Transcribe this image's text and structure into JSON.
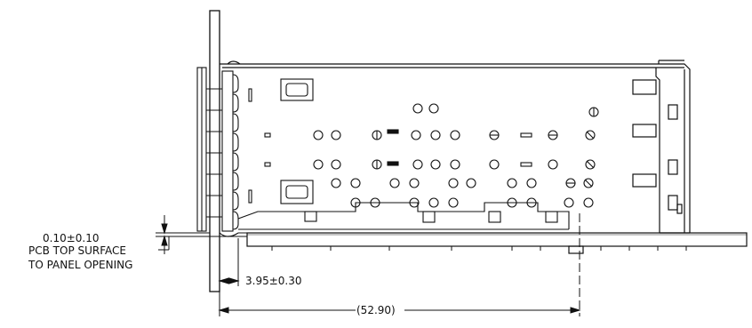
{
  "annotations": {
    "gap_value": "0.10±0.10",
    "pcb_label_line1": "PCB TOP SURFACE",
    "pcb_label_line2": "TO PANEL OPENING",
    "offset_dim": "3.95±0.30",
    "length_dim": "(52.90)"
  },
  "colors": {
    "line": "#111111",
    "background": "#ffffff"
  }
}
